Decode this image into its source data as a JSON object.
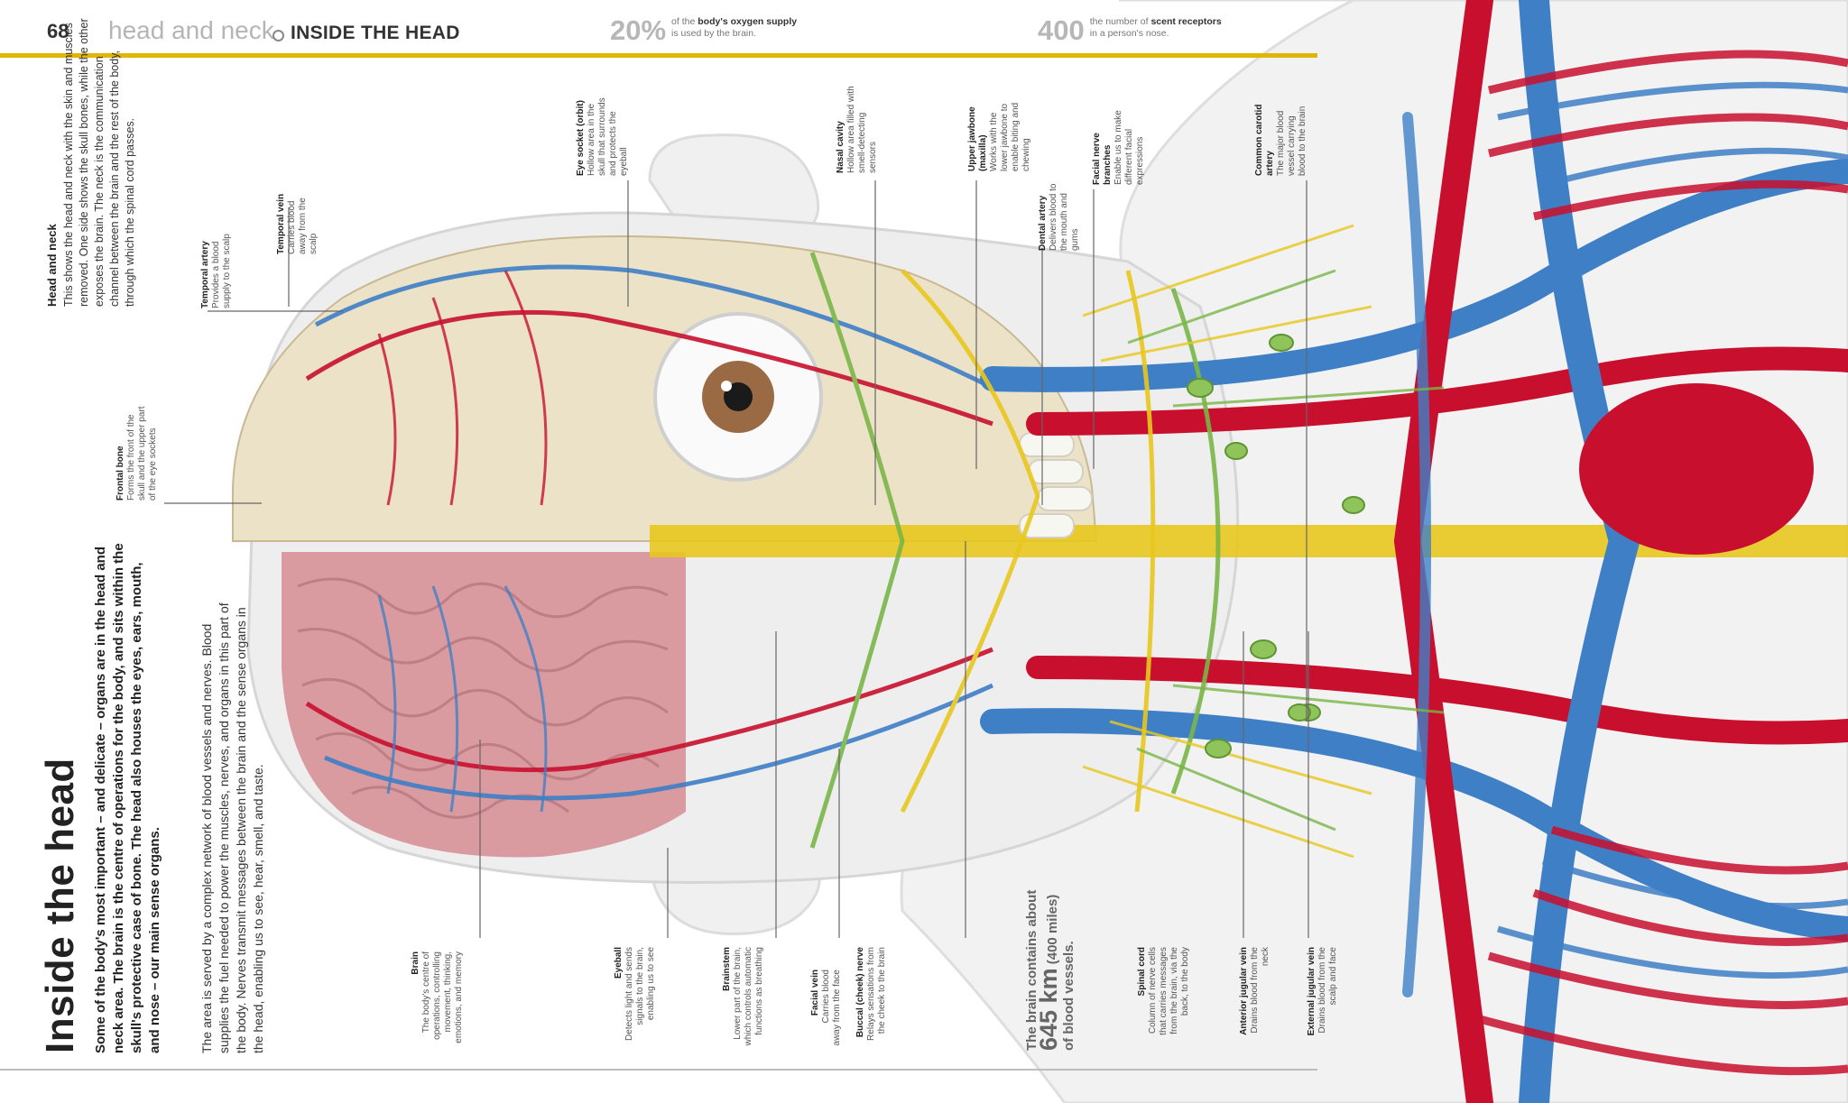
{
  "header": {
    "page_number": "68",
    "chapter": "head and neck",
    "section": "INSIDE THE HEAD",
    "fact1": {
      "number": "20%",
      "text_pre": "of the ",
      "text_bold": "body's oxygen supply",
      "text_post": "is used by the brain."
    },
    "fact2": {
      "number": "400",
      "text_pre": "the number of ",
      "text_bold": "scent receptors",
      "text_post": "in a person's nose."
    }
  },
  "intro": {
    "title": "Inside the head",
    "bold_text": "Some of the body's most important – and delicate – organs are in the head and neck area. The brain is the centre of operations for the body, and sits within the skull's protective case of bone. The head also houses the eyes, ears, mouth, and nose – our main sense organs.",
    "body_text": "The area is served by a complex network of blood vessels and nerves. Blood supplies the fuel needed to power the muscles, nerves, and organs in this part of the body. Nerves transmit messages between the brain and the sense organs in the head, enabling us to see, hear, smell, and taste."
  },
  "head_neck": {
    "title": "Head and neck",
    "text": "This shows the head and neck with the skin and muscles removed. One side shows the skull bones, while the other exposes the brain. The neck is the communication channel between the brain and the rest of the body, through which the spinal cord passes."
  },
  "brain_fact": {
    "line1": "The brain contains about",
    "big": "645 km",
    "line2": "(400 miles)",
    "line3": "of blood vessels."
  },
  "callouts": {
    "temporal_artery": {
      "title": "Temporal artery",
      "text": "Provides a blood supply to the scalp"
    },
    "temporal_vein": {
      "title": "Temporal vein",
      "text": "Carries blood away from the scalp"
    },
    "frontal_bone": {
      "title": "Frontal bone",
      "text": "Forms the front of the skull and the upper part of the eye sockets"
    },
    "eye_socket": {
      "title": "Eye socket (orbit)",
      "text": "Hollow area in the skull that surrounds and protects the eyeball"
    },
    "nasal_cavity": {
      "title": "Nasal cavity",
      "text": "Hollow area filled with smell-detecting sensors"
    },
    "upper_jawbone": {
      "title": "Upper jawbone (maxilla)",
      "text": "Works with the lower jawbone to enable biting and chewing"
    },
    "dental_artery": {
      "title": "Dental artery",
      "text": "Delivers blood to the mouth and gums"
    },
    "facial_nerve": {
      "title": "Facial nerve branches",
      "text": "Enable us to make different facial expressions"
    },
    "carotid": {
      "title": "Common carotid artery",
      "text": "The major blood vessel carrying blood to the brain"
    },
    "brain": {
      "title": "Brain",
      "text": "The body's centre of operations, controlling movement, thinking, emotions, and memory"
    },
    "eyeball": {
      "title": "Eyeball",
      "text": "Detects light and sends signals to the brain, enabling us to see"
    },
    "brainstem": {
      "title": "Brainstem",
      "text": "Lower part of the brain, which controls automatic functions as breathing"
    },
    "facial_vein": {
      "title": "Facial vein",
      "text": "Carries blood away from the face"
    },
    "buccal_nerve": {
      "title": "Buccal (cheek) nerve",
      "text": "Relays sensations from the cheek to the brain"
    },
    "spinal_cord": {
      "title": "Spinal cord",
      "text": "Column of nerve cells that carries messages from the brain, via the back, to the body"
    },
    "anterior_jugular": {
      "title": "Anterior jugular vein",
      "text": "Drains blood from the neck"
    },
    "external_jugular": {
      "title": "External jugular vein",
      "text": "Drains blood from the scalp and face"
    }
  },
  "colors": {
    "accent": "#e2b500",
    "artery": "#c8102e",
    "vein": "#3f7fc6",
    "nerve": "#e8c81e",
    "lymph": "#7ab648",
    "bone": "#ece2c8",
    "brain": "#d99aa0"
  }
}
